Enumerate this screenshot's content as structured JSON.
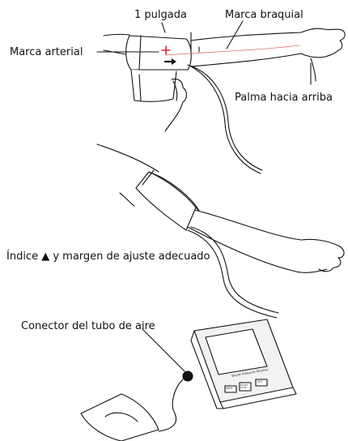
{
  "labels": {
    "one_inch": "1 pulgada",
    "brachial_mark": "Marca braquial",
    "arterial_mark": "Marca arterial",
    "palm_up": "Palma hacia arriba",
    "index_fit": "Índice ▲ y margen de ajuste adecuado",
    "air_tube_connector": "Conector del tubo de aire"
  },
  "monitor": {
    "brand_text": "Blood Pressure Monitor",
    "buttons": [
      "MEM",
      "START STOP",
      "SET"
    ]
  },
  "colors": {
    "line": "#111111",
    "arterial_marker": "#e0242b",
    "artery_line": "#e07070",
    "device_gray": "#f2f2f2"
  }
}
